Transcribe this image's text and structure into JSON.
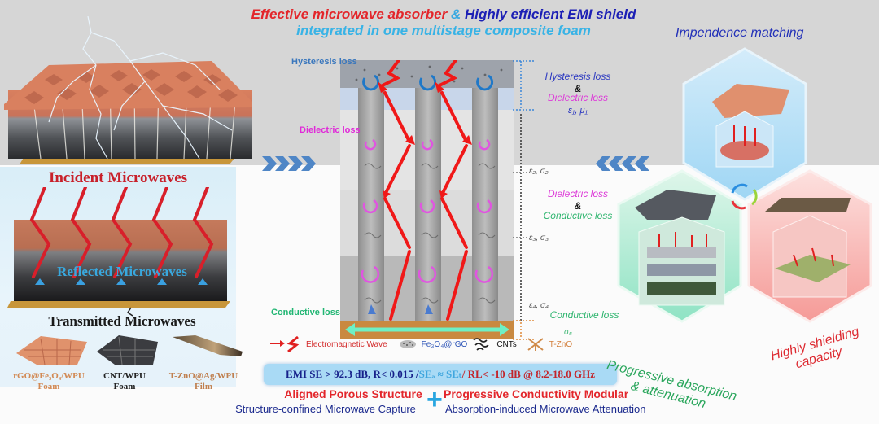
{
  "title": {
    "part1": "Effective microwave absorber",
    "amp": "&",
    "part2": "Highly efficient EMI shield",
    "line2": "integrated in one multistage composite foam"
  },
  "left_panel": {
    "incident": "Incident Microwaves",
    "reflected": "Reflected Microwaves",
    "transmitted": "Transmitted Microwaves",
    "materials": [
      {
        "name": "rGO@Fe₃O₄/WPU",
        "type": "Foam"
      },
      {
        "name": "CNT/WPU",
        "type": "Foam"
      },
      {
        "name": "T-ZnO@Ag/WPU",
        "type": "Film"
      }
    ]
  },
  "center": {
    "pointer_labels": {
      "hysteresis": "Hysteresis loss",
      "dielectric": "Dielectric loss",
      "conductive": "Conductive loss"
    },
    "side_labels": {
      "stage1_a": "Hysteresis loss",
      "stage1_amp": "&",
      "stage1_b": "Dielectric loss",
      "stage1_params": "ε₁,  μ₁",
      "eps2": "ε₂, σ₂",
      "stage2_a": "Dielectric loss",
      "stage2_amp": "&",
      "stage2_b": "Conductive loss",
      "eps3": "ε₃, σ₃",
      "eps4": "ε₄, σ₄",
      "stage3": "Conductive loss",
      "sigma5": "σ₅"
    }
  },
  "legend": {
    "em_wave": "Electromagnetic Wave",
    "fe3o4": "Fe₃O₄@rGO",
    "cnts": "CNTs",
    "tzno": "T-ZnO"
  },
  "emi_box": {
    "part_a": "EMI SE > 92.3 dB,  R< 0.015 /",
    "part_b": " SEₐ ≈ SEₜ",
    "part_c": " / RL< -10 dB @ 8.2-18.0 GHz"
  },
  "bottom": {
    "left_title": "Aligned Porous Structure",
    "left_sub": "Structure-confined Microwave Capture",
    "plus": "+",
    "right_title": "Progressive Conductivity Modular",
    "right_sub": "Absorption-induced Microwave Attenuation"
  },
  "right_panel": {
    "impedance": "Impendence matching",
    "progressive_1": "Progressive absorption",
    "progressive_2": "& attenuation",
    "shielding_1": "Highly shielding",
    "shielding_2": "capacity"
  },
  "colors": {
    "red": "#e3262b",
    "blue": "#1c1fb5",
    "cyan": "#38b3e6",
    "magenta": "#e02ad8",
    "green": "#2aa65c",
    "band_grey": "#d6d6d6"
  }
}
